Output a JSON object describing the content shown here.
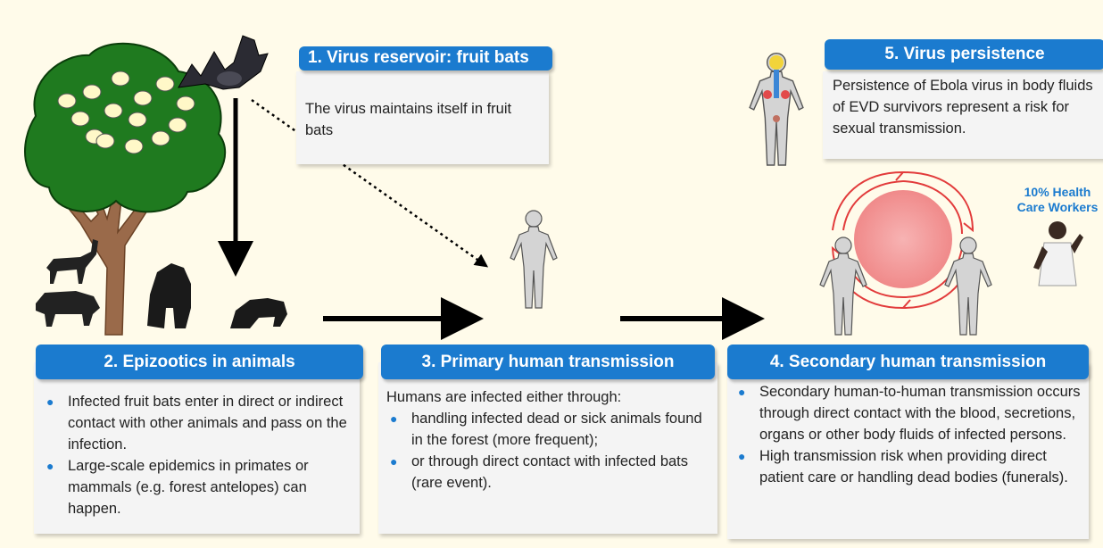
{
  "box1": {
    "title": "1. Virus reservoir:  fruit bats",
    "text": "The virus maintains itself in fruit bats"
  },
  "box2": {
    "title": "2. Epizootics in animals",
    "bullets": [
      "Infected fruit bats enter in direct or indirect contact with other animals and pass on the infection.",
      "Large-scale epidemics in primates or mammals (e.g. forest antelopes) can happen."
    ]
  },
  "box3": {
    "title": "3. Primary human transmission",
    "intro": "Humans are infected either through:",
    "bullets": [
      "handling infected dead or sick animals found in the forest (more frequent);",
      " or through direct contact with infected bats (rare event)."
    ]
  },
  "box4": {
    "title": "4. Secondary  human transmission",
    "bullets": [
      "Secondary human-to-human transmission occurs through direct contact with the blood, secretions, organs or other body fluids of infected persons.",
      " High transmission risk when providing direct patient care or handling dead bodies (funerals)."
    ]
  },
  "box5": {
    "title": "5. Virus persistence",
    "text": "Persistence of Ebola virus in body fluids of EVD survivors represent a risk for sexual transmission."
  },
  "hcw_label": {
    "line1": "10% Health",
    "line2": "Care Workers"
  },
  "colors": {
    "header": "#1b7bcf",
    "text_box": "#f4f4f4",
    "background": "#fffbea",
    "tree": "#1f7a1f",
    "spiral": "#e23b3b"
  },
  "icons": [
    "tree-icon",
    "fruit-bat-icon",
    "antelope-icon",
    "warthog-icon",
    "gorilla-icon",
    "chimpanzee-icon",
    "human-figure-icon",
    "virus-spread-icon",
    "health-care-worker-icon"
  ]
}
